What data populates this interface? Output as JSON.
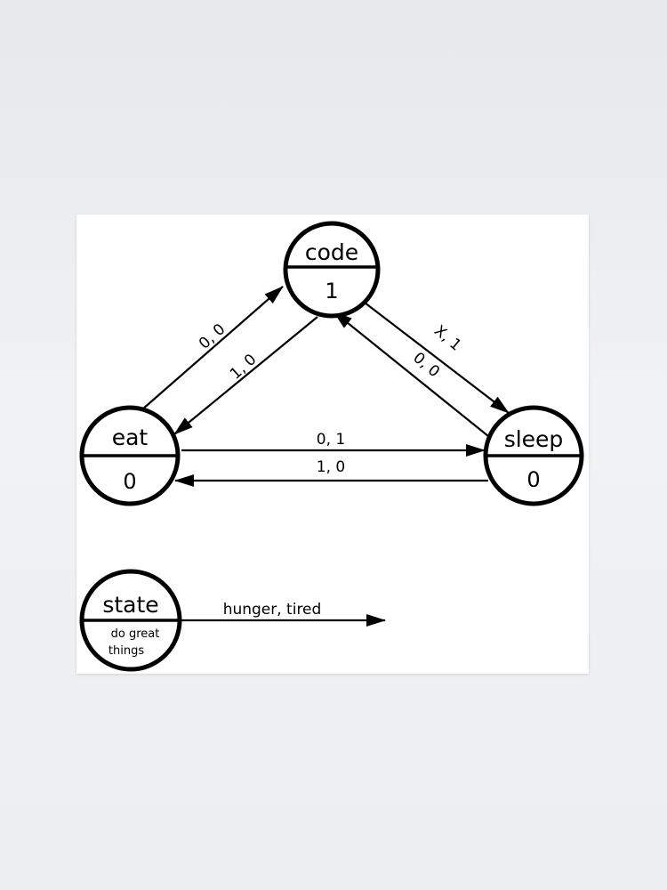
{
  "states": {
    "code": {
      "name": "code",
      "output": "1"
    },
    "eat": {
      "name": "eat",
      "output": "0"
    },
    "sleep": {
      "name": "sleep",
      "output": "0"
    }
  },
  "transitions": [
    {
      "from": "eat",
      "to": "code",
      "label": "0, 0"
    },
    {
      "from": "code",
      "to": "eat",
      "label": "1, 0"
    },
    {
      "from": "code",
      "to": "sleep",
      "label": "X, 1"
    },
    {
      "from": "sleep",
      "to": "code",
      "label": "0, 0"
    },
    {
      "from": "eat",
      "to": "sleep",
      "label": "0, 1"
    },
    {
      "from": "sleep",
      "to": "eat",
      "label": "1, 0"
    }
  ],
  "legend": {
    "state": "state",
    "output_line1": "do great",
    "output_line2": "things",
    "inputs": "hunger, tired"
  },
  "colors": {
    "stroke": "#000000",
    "poster": "#ffffff",
    "wall": "#eceef0"
  }
}
